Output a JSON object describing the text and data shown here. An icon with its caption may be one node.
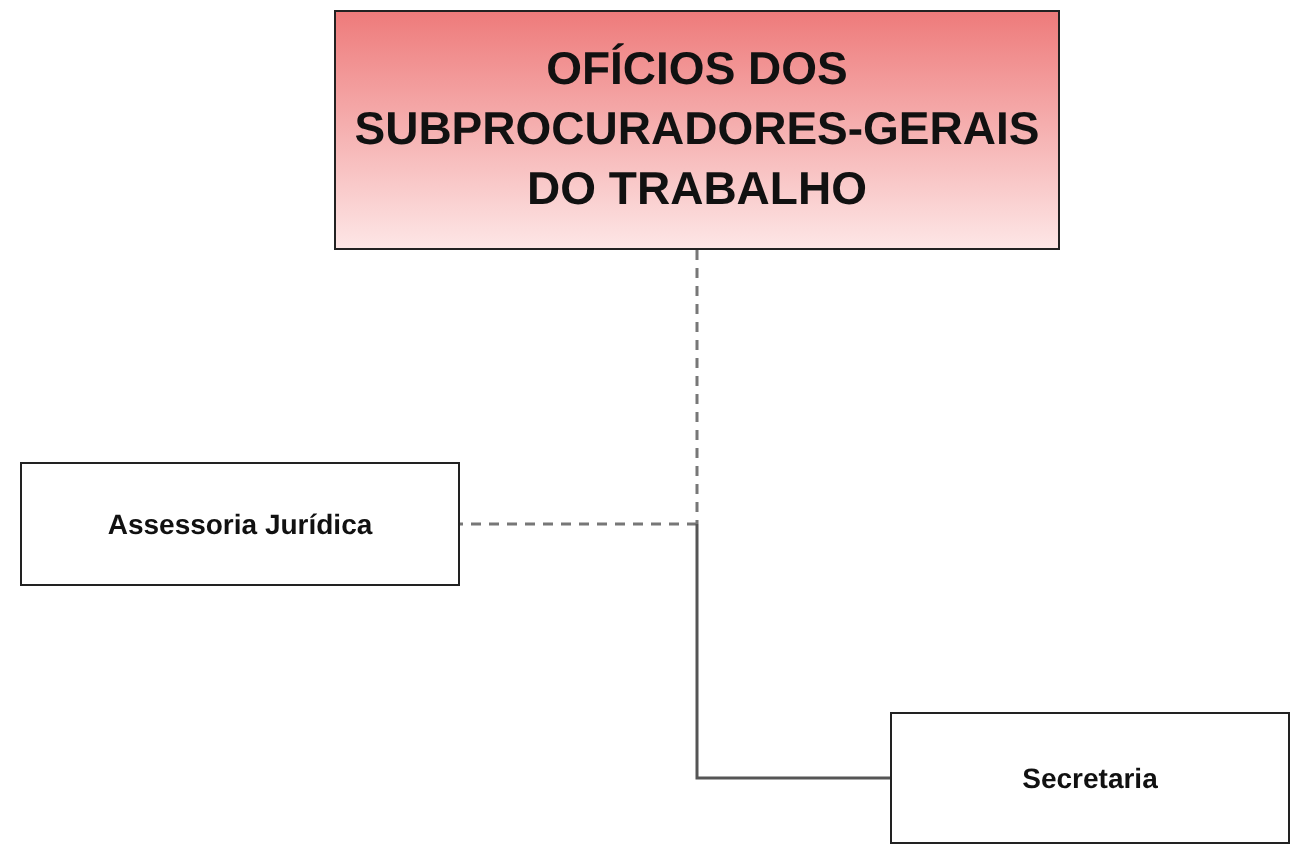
{
  "diagram": {
    "nodes": [
      {
        "text": [
          "OFÍCIOS DOS SUBPROCURADORES-GERAIS DO TRABALHO"
        ]
      },
      {
        "text": [
          "Assessoria Jurídica"
        ]
      },
      {
        "text": [
          "Secretaria"
        ]
      }
    ],
    "edges": [
      {
        "from": 0,
        "to": 1,
        "arrow": "none",
        "style": "dashed"
      },
      {
        "from": 0,
        "to": 2,
        "arrow": "none"
      }
    ]
  }
}
